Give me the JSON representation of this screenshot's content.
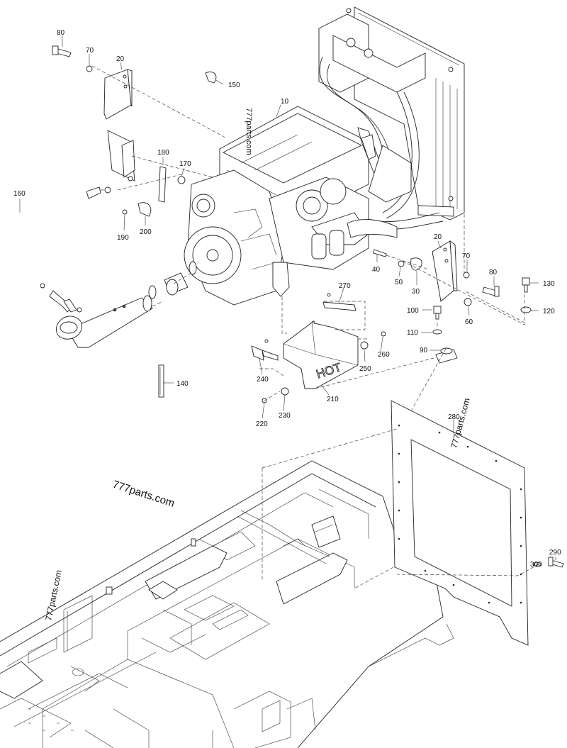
{
  "watermark": "777parts.com",
  "hot_label": "HOT",
  "callouts": {
    "c10": "10",
    "c20a": "20",
    "c20b": "20",
    "c30": "30",
    "c40": "40",
    "c50": "50",
    "c60": "60",
    "c70a": "70",
    "c70b": "70",
    "c80a": "80",
    "c80b": "80",
    "c90": "90",
    "c100": "100",
    "c110": "110",
    "c120": "120",
    "c130": "130",
    "c140": "140",
    "c150": "150",
    "c160": "160",
    "c170": "170",
    "c180": "180",
    "c190": "190",
    "c200": "200",
    "c210": "210",
    "c220": "220",
    "c230": "230",
    "c240": "240",
    "c250": "250",
    "c260": "260",
    "c270": "270",
    "c280": "280",
    "c290": "290",
    "c300": "300"
  }
}
